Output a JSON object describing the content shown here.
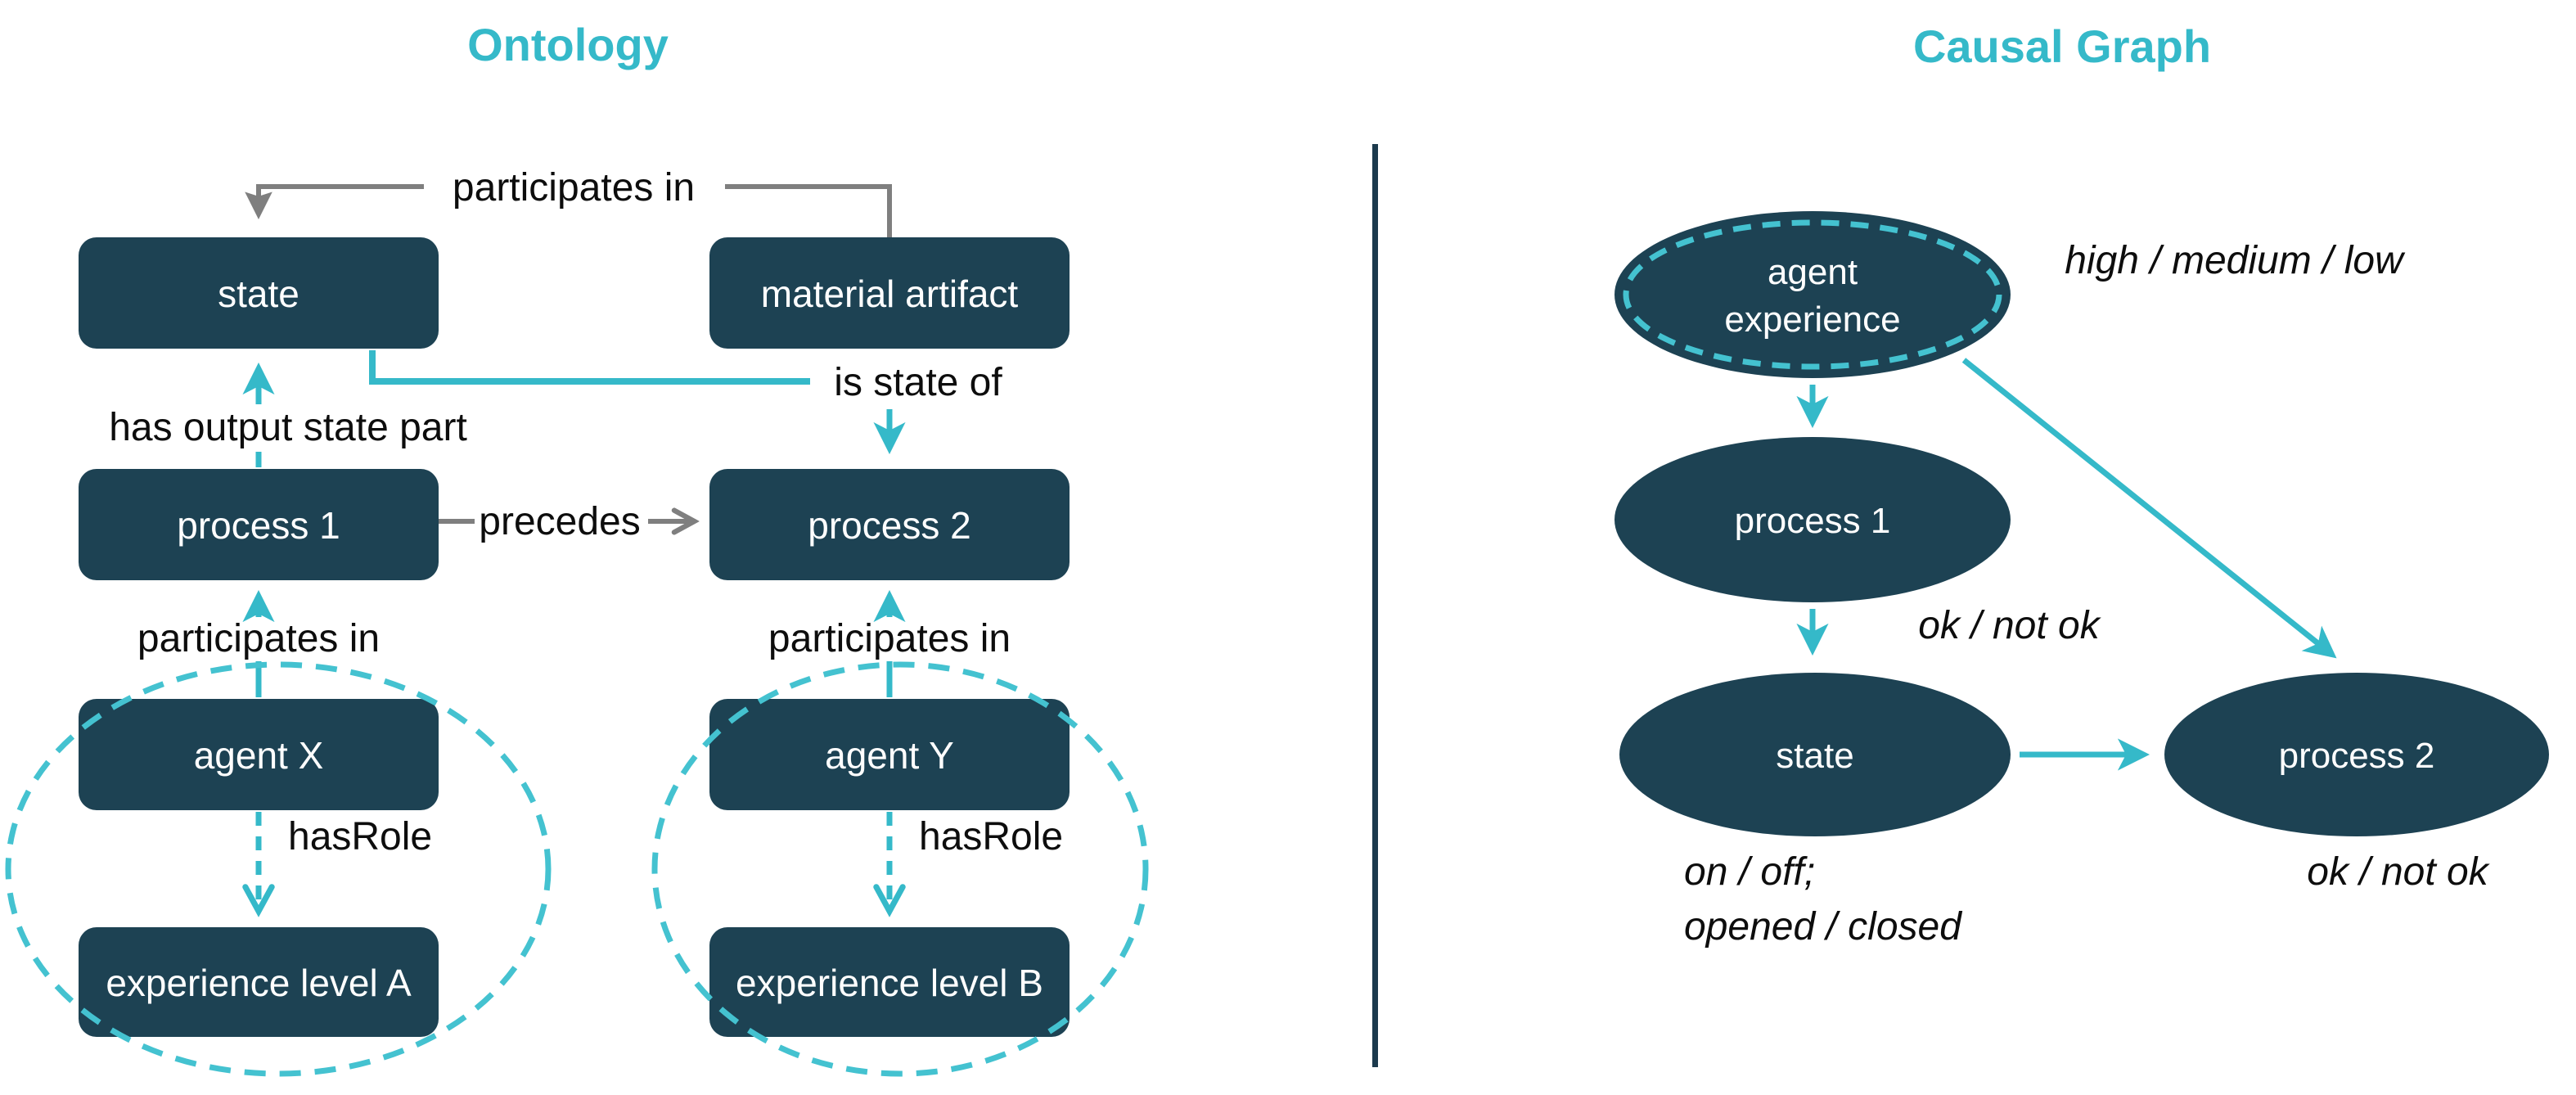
{
  "ontology": {
    "title": "Ontology",
    "nodes": {
      "state": "state",
      "material_artifact": "material artifact",
      "process1": "process 1",
      "process2": "process 2",
      "agent_x": "agent X",
      "agent_y": "agent Y",
      "experience_a": "experience level A",
      "experience_b": "experience level B"
    },
    "edges": {
      "participates_in_top": "participates in",
      "has_output_state_part": "has output state part",
      "is_state_of": "is state of",
      "precedes": "precedes",
      "participates_in_left": "participates in",
      "participates_in_right": "participates in",
      "has_role_left": "hasRole",
      "has_role_right": "hasRole"
    }
  },
  "causal_graph": {
    "title": "Causal Graph",
    "nodes": {
      "agent_experience_line1": "agent",
      "agent_experience_line2": "experience",
      "process1": "process 1",
      "state": "state",
      "process2": "process 2"
    },
    "value_labels": {
      "agent_experience": "high / medium / low",
      "process1": "ok / not ok",
      "state_line1": "on / off;",
      "state_line2": "opened / closed",
      "process2": "ok / not ok"
    }
  },
  "colors": {
    "accent_teal": "#35b9c9",
    "dash_teal": "#44c2d0",
    "node_fill": "#1d4253",
    "connector_gray": "#7f7f7f",
    "label_black": "#0d0d0d",
    "divider_navy": "#1c3a4d",
    "node_text_white": "#ffffff",
    "background": "#ffffff"
  }
}
